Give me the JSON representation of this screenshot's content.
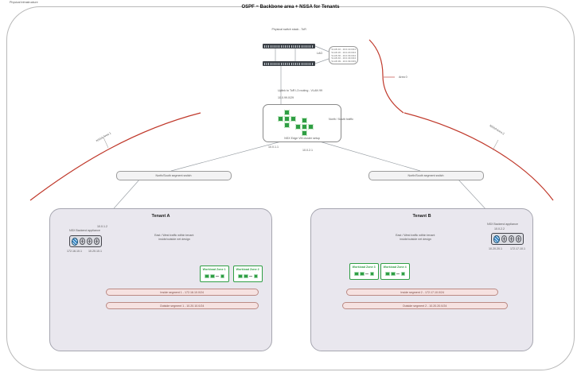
{
  "page": {
    "corner_label": "Physical Infrastructure",
    "title": "OSPF ~ Backbone area + NSSA for Tenants"
  },
  "backbone": {
    "stack_label": "Physical switch stack - ToR",
    "lag_label": "LAG",
    "vlans": [
      "VLAN 10 - 10.0.10.0/24",
      "VLAN 20 - 10.0.20.0/24",
      "VLAN 30 - 10.0.30.0/24",
      "VLAN 40 - 10.0.40.0/24",
      "VLAN 99 - 10.0.99.0/29"
    ],
    "uplink_line1": "Uplink to ToR L3 routing - VLAN 99",
    "uplink_line2": "10.0.99.0/29",
    "edge_cluster_label": "NSX Edge VM cluster setup",
    "ns_traffic_label": "North / South traffic",
    "area0_label": "Area 0",
    "left_link_ip": "10.0.1.1",
    "right_link_ip": "10.0.2.1",
    "left_segment_switch_label": "North/South segment switch",
    "right_segment_switch_label": "North/South segment switch",
    "nssa1_label": "NSSA Area 1",
    "nssa2_label": "NSSA Area 2"
  },
  "tenants": [
    {
      "title": "Tenant A",
      "appliance_label": "NSX Backend appliance",
      "appliance_link_ip": "10.0.1.2",
      "ip_left": "172.16.10.1",
      "ip_right": "10.20.10.1",
      "ew_line1": "East / West traffic within tenant",
      "ew_line2": "inside/outside net design",
      "workloads": [
        "Workload Zone 1",
        "Workload Zone 2"
      ],
      "inside_segment_label": "Inside segment 1 - 172.16.10.0/24",
      "outside_segment_label": "Outside segment 1 - 10.20.10.0/24"
    },
    {
      "title": "Tenant B",
      "appliance_label": "NSX Backend appliance",
      "appliance_link_ip": "10.0.2.2",
      "ip_left": "10.20.20.1",
      "ip_right": "172.17.10.1",
      "ew_line1": "East / West traffic within tenant",
      "ew_line2": "inside/outside net design",
      "workloads": [
        "Workload Zone 3",
        "Workload Zone 4"
      ],
      "inside_segment_label": "Inside segment 2 - 172.17.10.0/24",
      "outside_segment_label": "Outside segment 2 - 10.20.20.0/24"
    }
  ]
}
